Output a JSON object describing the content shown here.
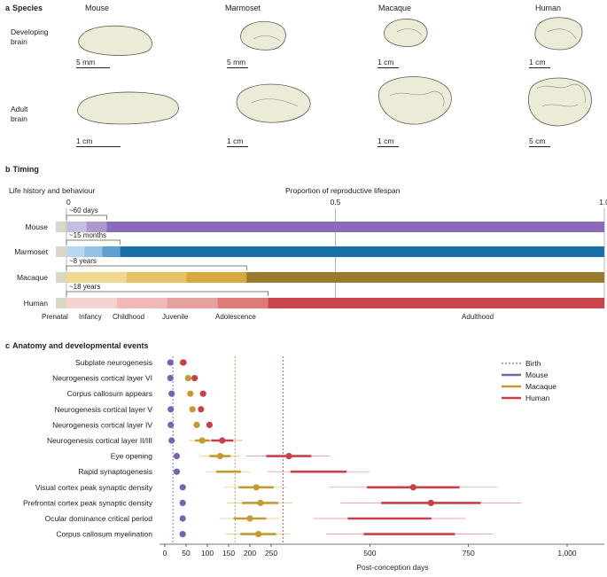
{
  "panel_a": {
    "letter": "a",
    "title": "Species",
    "species": [
      "Mouse",
      "Marmoset",
      "Macaque",
      "Human"
    ],
    "row_labels": [
      "Developing\nbrain",
      "Adult\nbrain"
    ],
    "developing_scales": [
      "5 mm",
      "5 mm",
      "1 cm",
      "1 cm"
    ],
    "adult_scales": [
      "1 cm",
      "1 cm",
      "1 cm",
      "5 cm"
    ]
  },
  "panel_b": {
    "letter": "b",
    "title": "Timing",
    "subtitle": "Life history and behaviour",
    "axis_title": "Proportion of reproductive lifespan",
    "ticks": [
      "0",
      "0.5",
      "1.0"
    ],
    "species": [
      {
        "name": "Mouse",
        "bracket": "~60 days",
        "adult_color": "#8a6bb8",
        "juvenile_fraction": 0.075
      },
      {
        "name": "Marmoset",
        "bracket": "~15 months",
        "adult_color": "#1a6fa8",
        "juvenile_fraction": 0.1
      },
      {
        "name": "Macaque",
        "bracket": "~8 years",
        "adult_color": "#9a7a2c",
        "juvenile_fraction": 0.335
      },
      {
        "name": "Human",
        "bracket": "~18 years",
        "adult_color": "#c8454a",
        "juvenile_fraction": 0.375
      }
    ],
    "stages": [
      "Prenatal",
      "Infancy",
      "Childhood",
      "Juvenile",
      "Adolescence",
      "Adulthood"
    ]
  },
  "panel_c": {
    "letter": "c",
    "title": "Anatomy and developmental events",
    "xlabel": "Post-conception days",
    "legend": [
      "Birth",
      "Mouse",
      "Macaque",
      "Human"
    ],
    "colors": {
      "mouse": "#7a62b0",
      "macaque": "#c49a32",
      "human": "#c8414a"
    },
    "chart_data": {
      "type": "scatter",
      "xlabel": "Post-conception days",
      "x_ticks": [
        "0",
        "50",
        "100",
        "150",
        "200",
        "250",
        "500",
        "750",
        "1,000"
      ],
      "births": {
        "mouse": 19,
        "macaque": 165,
        "human": 280
      },
      "events": [
        {
          "label": "Subplate neurogenesis",
          "mouse": 13,
          "macaque": 42,
          "human": 44
        },
        {
          "label": "Neurogenesis cortical layer VI",
          "mouse": 13,
          "macaque": 55,
          "human": 70
        },
        {
          "label": "Corpus callosum appears",
          "mouse": 16,
          "macaque": 60,
          "human": 90
        },
        {
          "label": "Neurogenesis cortical layer V",
          "mouse": 14,
          "macaque": 65,
          "human": 85
        },
        {
          "label": "Neurogenesis cortical layer IV",
          "mouse": 14,
          "macaque": 75,
          "human": 105
        },
        {
          "label": "Neurogenesis cortical layer II/III",
          "mouse": 16,
          "macaque": 88,
          "human": 135
        },
        {
          "label": "Eye opening",
          "mouse": 28,
          "macaque": 130,
          "human": 295
        },
        {
          "label": "Rapid synaptogenesis",
          "mouse": 28,
          "macaque": 150,
          "human": 370
        },
        {
          "label": "Visual cortex peak synaptic density",
          "mouse": 42,
          "macaque": 215,
          "human": 610
        },
        {
          "label": "Prefrontal cortex peak synaptic density",
          "mouse": 42,
          "macaque": 225,
          "human": 655
        },
        {
          "label": "Ocular dominance critical period",
          "mouse": 42,
          "macaque": 200,
          "human": 550
        },
        {
          "label": "Corpus callosum myelination",
          "mouse": 42,
          "macaque": 220,
          "human": 600
        }
      ]
    }
  }
}
